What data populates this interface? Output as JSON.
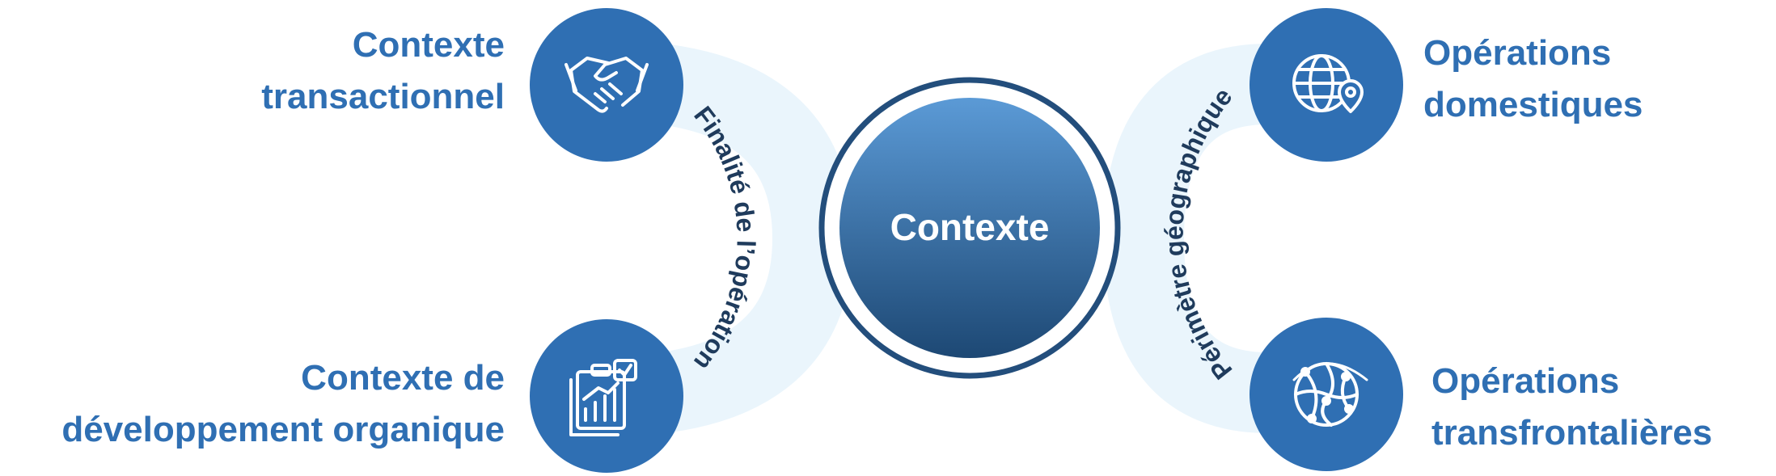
{
  "center": {
    "label": "Contexte"
  },
  "left_arc": {
    "label": "Finalité de l’opération"
  },
  "right_arc": {
    "label": "Périmètre géographique"
  },
  "nodes": {
    "top_left": {
      "icon": "handshake-icon",
      "lines": [
        "Contexte",
        "transactionnel"
      ]
    },
    "bottom_left": {
      "icon": "clipboard-chart-icon",
      "lines": [
        "Contexte de",
        "développement organique"
      ]
    },
    "top_right": {
      "icon": "globe-pin-icon",
      "lines": [
        "Opérations",
        "domestiques"
      ]
    },
    "bottom_right": {
      "icon": "globe-network-icon",
      "lines": [
        "Opérations",
        "transfrontalières"
      ]
    }
  },
  "colors": {
    "node_fill": "#2f6fb3",
    "label_text": "#2f6fb3",
    "arc_band": "#eaf5fc",
    "ring_stroke": "#234e7c",
    "center_gradient_top": "#5b9ad6",
    "center_gradient_bottom": "#1d4874",
    "arc_text": "#1f3b5c"
  }
}
